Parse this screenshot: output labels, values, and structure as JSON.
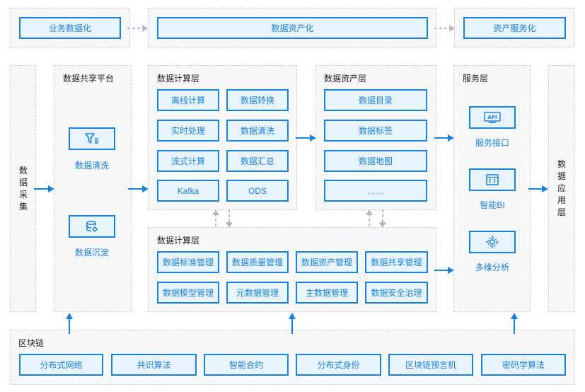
{
  "top": {
    "business_digitization": "业务数据化",
    "data_assetization": "数据资产化",
    "asset_servitization": "资产服务化"
  },
  "collection": {
    "chars": [
      "数",
      "据",
      "采",
      "集"
    ]
  },
  "sharing": {
    "title": "数据共享平台",
    "cleaning": "数据清洗",
    "sedimentation": "数据沉淀",
    "cleaning_icon": "filter-icon",
    "sedimentation_icon": "database-stack-icon"
  },
  "compute": {
    "title": "数据计算层",
    "items": [
      "离线计算",
      "数据转换",
      "实时处理",
      "数据清洗",
      "流式计算",
      "数据汇总",
      "Kafka",
      "ODS"
    ]
  },
  "assets": {
    "title": "数据资产层",
    "items": [
      "数据目录",
      "数据标签",
      "数据地图",
      "……"
    ]
  },
  "governance": {
    "title": "数据计算层",
    "items": [
      "数据标准管理",
      "数据质量管理",
      "数据资产管理",
      "数据共享管理",
      "数据模型管理",
      "元数据管理",
      "主数据管理",
      "数据安全治理"
    ]
  },
  "service": {
    "title": "服务层",
    "api_text": "API",
    "api_label": "服务接口",
    "bi_label": "智能BI",
    "analysis_label": "多维分析",
    "icons": [
      "api-icon",
      "bi-window-icon",
      "gear-analysis-icon"
    ]
  },
  "application": {
    "chars": [
      "数",
      "据",
      "应",
      "用",
      "层"
    ]
  },
  "blockchain": {
    "title": "区块链",
    "items": [
      "分布式网络",
      "共识算法",
      "智能合约",
      "分布式身份",
      "区块链预言机",
      "密码学算法"
    ]
  },
  "colors": {
    "accent": "#1a82de",
    "box_fill": "#e8f3fc",
    "panel_fill": "#f7f8fa",
    "dashed_arrow": "#b4b9c2"
  }
}
